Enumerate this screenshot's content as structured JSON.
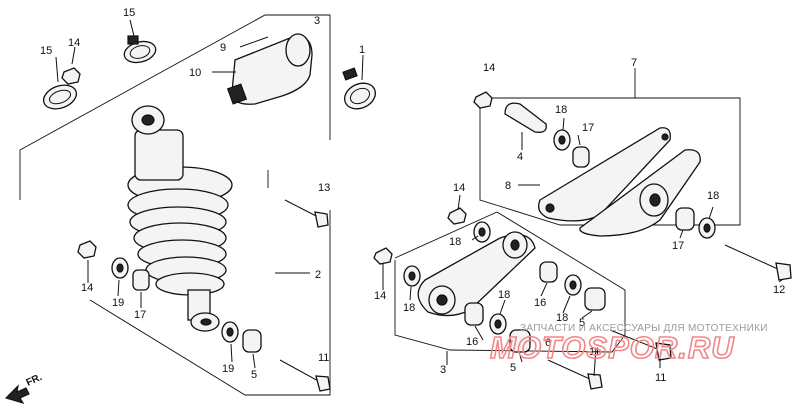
{
  "callouts": {
    "c1": "1",
    "c2": "2",
    "c3": "3",
    "c4": "4",
    "c5a": "5",
    "c5b": "5",
    "c5c": "5",
    "c6": "6",
    "c7": "7",
    "c8": "8",
    "c9": "9",
    "c10": "10",
    "c11a": "11",
    "c11b": "11",
    "c11c": "11",
    "c12": "12",
    "c13": "13",
    "c14a": "14",
    "c14b": "14",
    "c14c": "14",
    "c14d": "14",
    "c14e": "14",
    "c15a": "15",
    "c15b": "15",
    "c16a": "16",
    "c16b": "16",
    "c17a": "17",
    "c17b": "17",
    "c17c": "17",
    "c18a": "18",
    "c18b": "18",
    "c18c": "18",
    "c18d": "18",
    "c18e": "18",
    "c18f": "18",
    "c19a": "19",
    "c19b": "19"
  },
  "orientation": {
    "label": "FR."
  },
  "watermark": {
    "tagline": "ЗАПЧАСТИ И АКСЕССУАРЫ ДЛЯ МОТОТЕХНИКИ",
    "brand": "MOTOSPOR.RU"
  }
}
